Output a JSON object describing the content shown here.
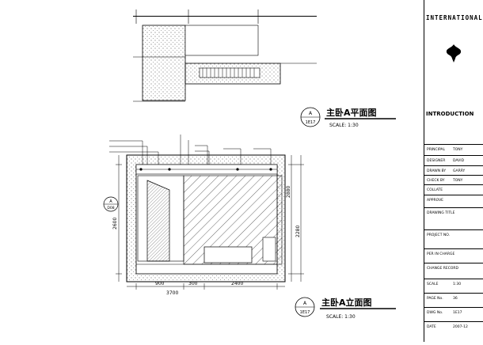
{
  "plan_view": {
    "title": "主卧A平面图",
    "scale": "SCALE:   1:30",
    "marker_top": "A",
    "marker_bottom": "1E17"
  },
  "elevation_view": {
    "title": "主卧A立面图",
    "scale": "SCALE:   1:30",
    "marker_top": "A",
    "marker_bottom": "1E17",
    "side_marker_top": "A",
    "side_marker_bottom": "D08",
    "dims_bottom": [
      "900",
      "300",
      "3700",
      "2400"
    ],
    "dims_left": [
      "2600"
    ],
    "dims_right": [
      "2880",
      "2280"
    ]
  },
  "title_block": {
    "company_name": "INTERNATIONAL",
    "section_title": "INTRODUCTION",
    "fields": [
      {
        "label": "PRINCIPAL",
        "value": "TONY"
      },
      {
        "label": "DESIGNER",
        "value": "DAVID"
      },
      {
        "label": "DRAWN BY",
        "value": "GARRY"
      },
      {
        "label": "CHECK BY",
        "value": "TONY"
      },
      {
        "label": "COLLATE",
        "value": ""
      },
      {
        "label": "APPROVE",
        "value": ""
      },
      {
        "label": "DRAWING TITLE",
        "value": ""
      },
      {
        "label": "PROJECT NO.",
        "value": ""
      },
      {
        "label": "PER IN CHARGE",
        "value": ""
      },
      {
        "label": "CHANGE RECORD",
        "value": ""
      },
      {
        "label": "SCALE",
        "value": "1:30"
      },
      {
        "label": "PAGE No.",
        "value": "36"
      },
      {
        "label": "DWG No.",
        "value": "1E17"
      },
      {
        "label": "DATE",
        "value": "2007-12"
      }
    ]
  }
}
